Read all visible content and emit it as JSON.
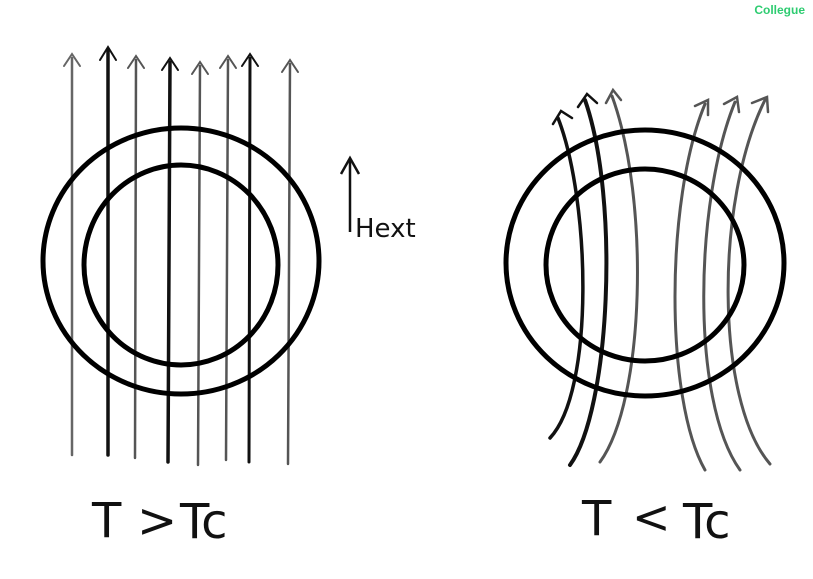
{
  "watermark": {
    "text": "Collegue",
    "color": "#2ecc71"
  },
  "left_panel": {
    "label_T": "T",
    "label_rel": ">",
    "label_Tc": "Tc",
    "ring_color": "#000000",
    "field_line_count": 8
  },
  "right_panel": {
    "label_T": "T",
    "label_rel": "<",
    "label_Tc": "Tc",
    "ring_color": "#000000",
    "field_line_count": 6
  },
  "field_arrow": {
    "label": "Hext",
    "color": "#111111"
  },
  "line_colors": {
    "dark": "#111111",
    "gray": "#555555"
  }
}
